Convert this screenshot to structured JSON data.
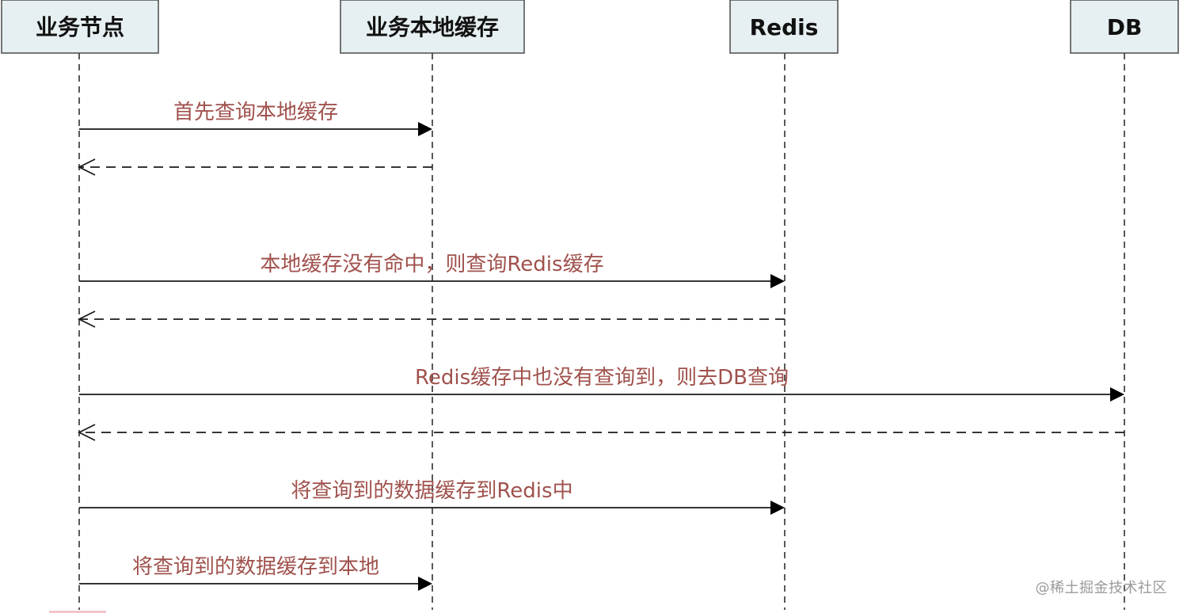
{
  "actors": [
    {
      "id": "node",
      "label": "业务节点"
    },
    {
      "id": "local",
      "label": "业务本地缓存"
    },
    {
      "id": "redis",
      "label": "Redis"
    },
    {
      "id": "db",
      "label": "DB"
    }
  ],
  "messages": [
    {
      "from": "node",
      "to": "local",
      "label": "首先查询本地缓存",
      "kind": "call"
    },
    {
      "from": "local",
      "to": "node",
      "label": "",
      "kind": "return"
    },
    {
      "from": "node",
      "to": "redis",
      "label": "本地缓存没有命中，则查询Redis缓存",
      "kind": "call"
    },
    {
      "from": "redis",
      "to": "node",
      "label": "",
      "kind": "return"
    },
    {
      "from": "node",
      "to": "db",
      "label": "Redis缓存中也没有查询到，则去DB查询",
      "kind": "call"
    },
    {
      "from": "db",
      "to": "node",
      "label": "",
      "kind": "return"
    },
    {
      "from": "node",
      "to": "redis",
      "label": "将查询到的数据缓存到Redis中",
      "kind": "call"
    },
    {
      "from": "node",
      "to": "local",
      "label": "将查询到的数据缓存到本地",
      "kind": "call"
    }
  ],
  "watermark": "@稀土掘金技术社区"
}
